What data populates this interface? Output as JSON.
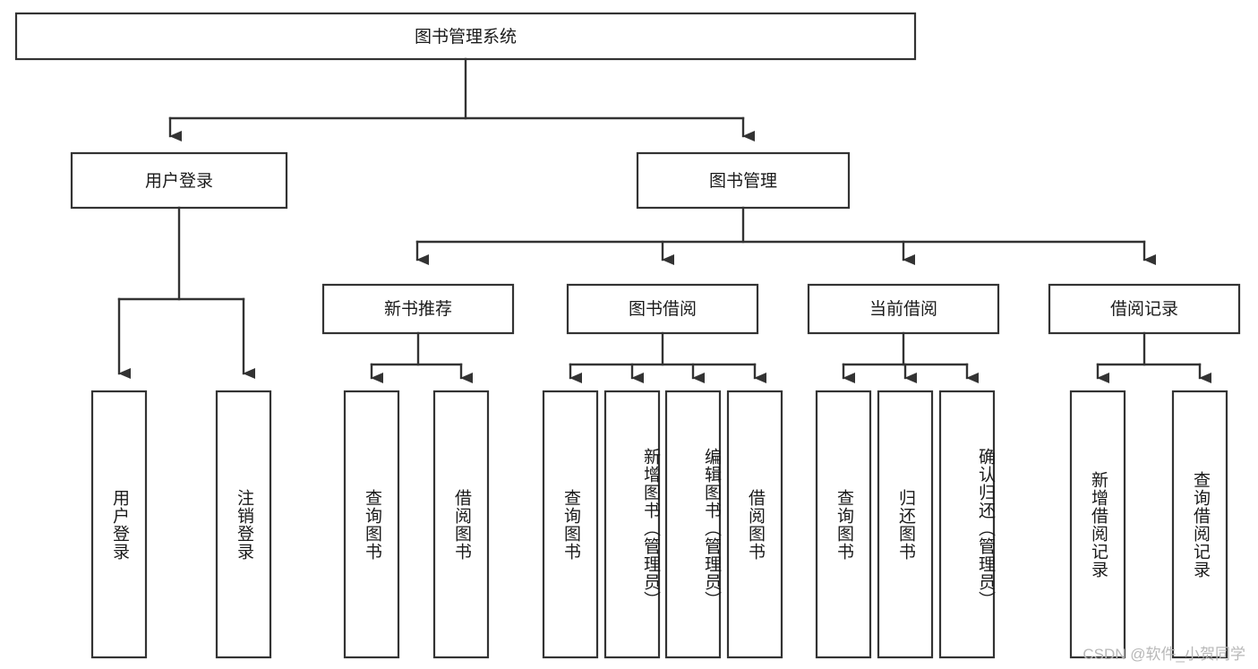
{
  "diagram": {
    "title": "图书管理系统",
    "watermark": "CSDN @软件_小贺同学",
    "accent_color": "#333333",
    "background_color": "#ffffff",
    "box_fill": "#ffffff",
    "levels": {
      "root": {
        "label": "图书管理系统"
      },
      "level2": [
        {
          "label": "用户登录"
        },
        {
          "label": "图书管理"
        }
      ],
      "level3": [
        {
          "label": "新书推荐"
        },
        {
          "label": "图书借阅"
        },
        {
          "label": "当前借阅"
        },
        {
          "label": "借阅记录"
        }
      ],
      "leaves": {
        "user_login": [
          {
            "label": "用户登录"
          },
          {
            "label": "注销登录"
          }
        ],
        "new_book_recommend": [
          {
            "label": "查询图书"
          },
          {
            "label": "借阅图书"
          }
        ],
        "book_borrow": [
          {
            "label": "查询图书"
          },
          {
            "label": "新增图书（管理员）"
          },
          {
            "label": "编辑图书（管理员）"
          },
          {
            "label": "借阅图书"
          }
        ],
        "current_borrow": [
          {
            "label": "查询图书"
          },
          {
            "label": "归还图书"
          },
          {
            "label": "确认归还（管理员）"
          }
        ],
        "borrow_record": [
          {
            "label": "新增借阅记录"
          },
          {
            "label": "查询借阅记录"
          }
        ]
      }
    }
  }
}
